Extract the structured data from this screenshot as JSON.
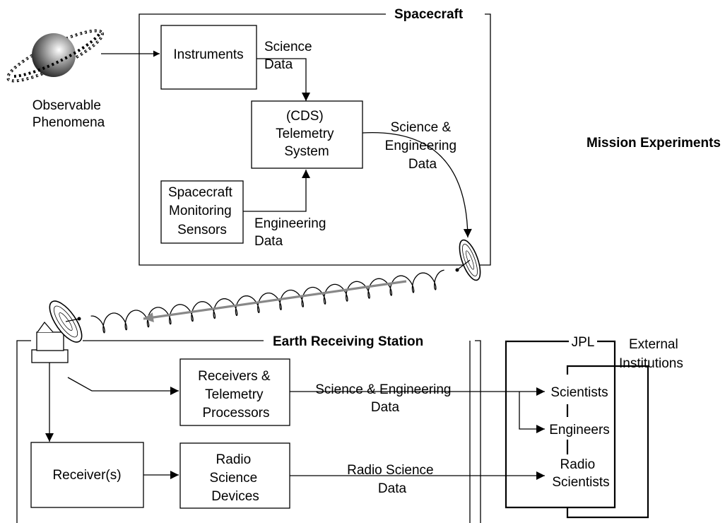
{
  "spacecraft": {
    "title": "Spacecraft",
    "instruments": "Instruments",
    "science_data": [
      "Science",
      "Data"
    ],
    "telemetry": [
      "(CDS)",
      "Telemetry",
      "System"
    ],
    "monitoring": [
      "Spacecraft",
      "Monitoring",
      "Sensors"
    ],
    "engineering_data": [
      "Engineering",
      "Data"
    ],
    "sci_eng_data": [
      "Science &",
      "Engineering",
      "Data"
    ]
  },
  "observable": [
    "Observable",
    "Phenomena"
  ],
  "mission_experiments": "Mission Experiments",
  "earth_station": {
    "title": "Earth Receiving Station",
    "receivers_tp": [
      "Receivers &",
      "Telemetry",
      "Processors"
    ],
    "receivers": "Receiver(s)",
    "radio_devices": [
      "Radio",
      "Science",
      "Devices"
    ],
    "sci_eng_data": [
      "Science & Engineering",
      "Data"
    ],
    "radio_data": [
      "Radio Science",
      "Data"
    ]
  },
  "jpl": {
    "title": "JPL",
    "external": [
      "External",
      "Institutions"
    ],
    "scientists": "Scientists",
    "engineers": "Engineers",
    "radio_scientists": [
      "Radio",
      "Scientists"
    ]
  }
}
